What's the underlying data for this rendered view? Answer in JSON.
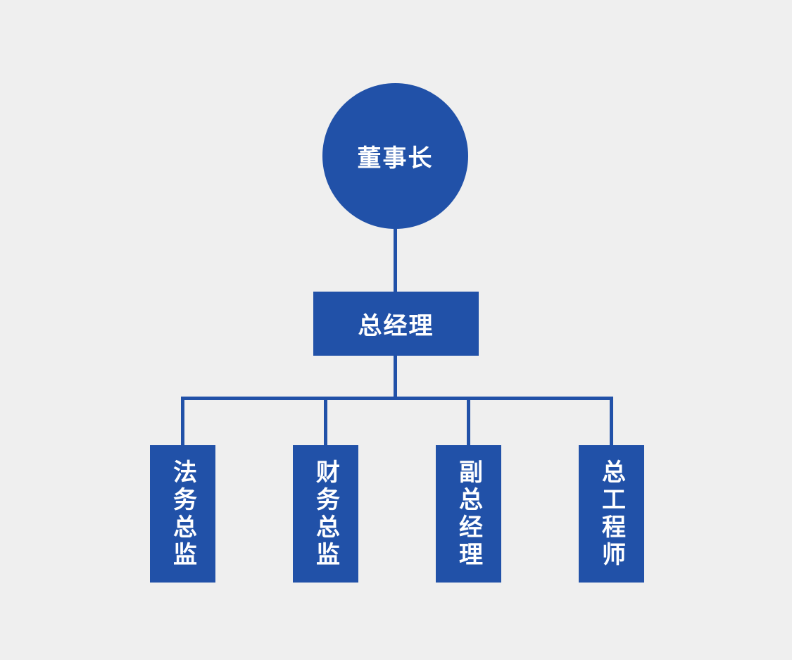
{
  "diagram": {
    "type": "org-chart",
    "root": {
      "label": "董事长",
      "shape": "circle"
    },
    "manager": {
      "label": "总经理",
      "shape": "rect"
    },
    "departments": [
      {
        "label": "法务总监"
      },
      {
        "label": "财务总监"
      },
      {
        "label": "副总经理"
      },
      {
        "label": "总工程师"
      }
    ],
    "colors": {
      "background": "#efefef",
      "node_fill": "#2151a8",
      "connector": "#2151a8",
      "text": "#ffffff"
    }
  }
}
